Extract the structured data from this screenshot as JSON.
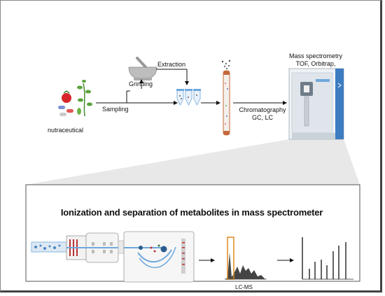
{
  "labels": {
    "nutraceutical": "nutraceutical",
    "sampling": "Sampling",
    "grinding": "Grinding",
    "extraction": "Extraction",
    "chromatography_line1": "Chromatography",
    "chromatography_line2": "GC, LC",
    "ms_line1": "Mass spectrometry",
    "ms_line2": "TOF, Orbitrap,",
    "panel_title": "Ionization and separation of metabolites in mass spectrometer",
    "lcms": "LC-MS"
  },
  "colors": {
    "accent_blue": "#4a86c5",
    "panel_border": "#555555",
    "peak_highlight": "#e08a1e"
  }
}
